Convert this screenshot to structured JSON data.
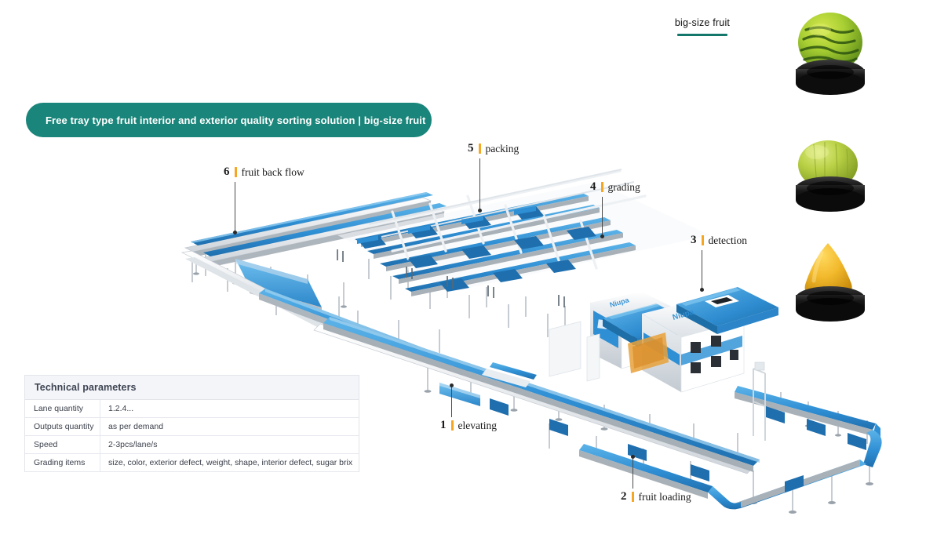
{
  "tab": {
    "label": "big-size fruit",
    "accent_color": "#14776c"
  },
  "banner": {
    "text": "Free tray type fruit interior and exterior quality sorting solution  |  big-size fruit",
    "background_color": "#1a857a",
    "text_color": "#ffffff"
  },
  "callouts": [
    {
      "number": "1",
      "label": "elevating"
    },
    {
      "number": "2",
      "label": "fruit loading"
    },
    {
      "number": "3",
      "label": "detection"
    },
    {
      "number": "4",
      "label": "grading"
    },
    {
      "number": "5",
      "label": "packing"
    },
    {
      "number": "6",
      "label": "fruit back flow"
    }
  ],
  "callout_marker_color": "#f5a623",
  "technical_parameters": {
    "title": "Technical parameters",
    "rows": [
      {
        "key": "Lane quantity",
        "value": "1.2.4..."
      },
      {
        "key": "Outputs quantity",
        "value": "as per demand"
      },
      {
        "key": "Speed",
        "value": "2-3pcs/lane/s"
      },
      {
        "key": "Grading items",
        "value": "size, color, exterior defect, weight, shape, interior defect, sugar brix"
      }
    ]
  },
  "fruit_samples": [
    {
      "name": "watermelon-on-tray"
    },
    {
      "name": "melon-on-tray"
    },
    {
      "name": "mango-on-tray"
    }
  ],
  "machine": {
    "name": "fruit-sorting-line-illustration",
    "conveyor_color": "#2f8fd4",
    "frame_color": "#e9ecef",
    "housing_color": "#ffffff",
    "accent_color": "#1a7fc4"
  }
}
